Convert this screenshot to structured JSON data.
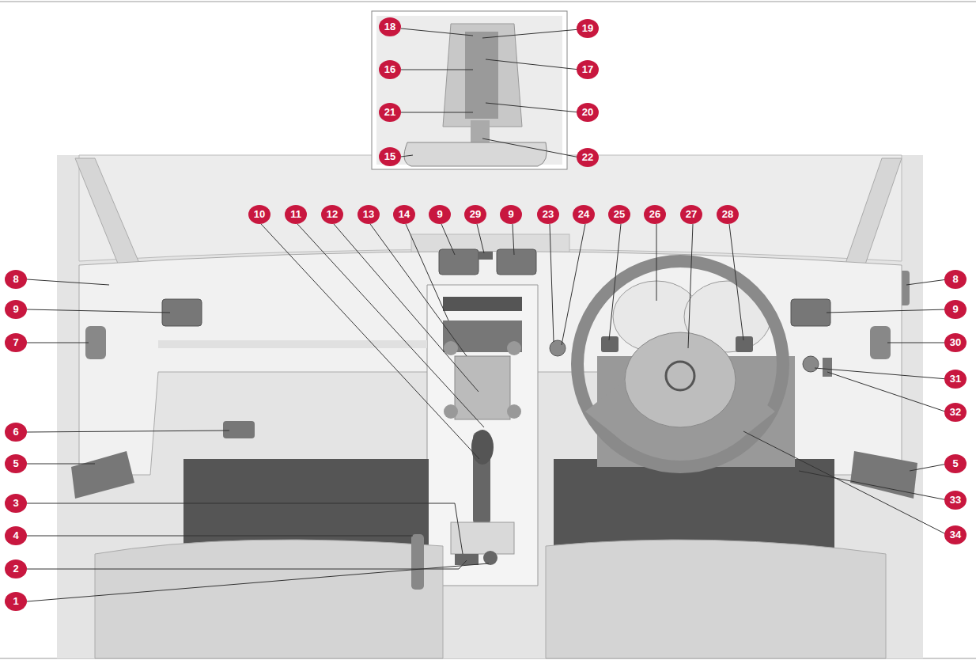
{
  "diagram": {
    "labels": [
      "18",
      "19",
      "16",
      "17",
      "21",
      "20",
      "15",
      "22",
      "10",
      "11",
      "12",
      "13",
      "14",
      "9",
      "29",
      "9",
      "23",
      "24",
      "25",
      "26",
      "27",
      "28",
      "8",
      "9",
      "7",
      "6",
      "5",
      "3",
      "4",
      "2",
      "1",
      "8",
      "9",
      "30",
      "31",
      "32",
      "5",
      "33",
      "34"
    ]
  }
}
